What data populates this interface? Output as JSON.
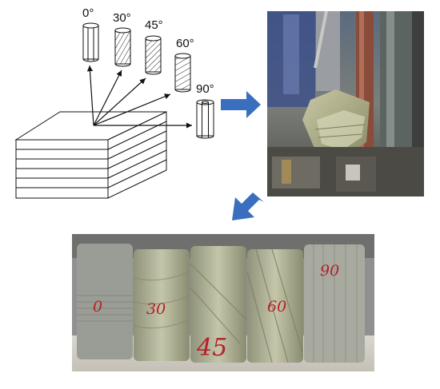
{
  "colors": {
    "line": "#111111",
    "flow_arrow": "#3a6fbf",
    "marker_ink": "#b3202a"
  },
  "icons": [
    "layered-block",
    "core-cylinder",
    "flow-arrow"
  ],
  "sampling": {
    "angles": [
      {
        "id": "deg0",
        "label": "0°",
        "angle": 0
      },
      {
        "id": "deg30",
        "label": "30°",
        "angle": 30
      },
      {
        "id": "deg45",
        "label": "45°",
        "angle": 45
      },
      {
        "id": "deg60",
        "label": "60°",
        "angle": 60
      },
      {
        "id": "deg90",
        "label": "90°",
        "angle": 90
      }
    ]
  },
  "photo_specimens": {
    "labels": [
      "0",
      "30",
      "45",
      "60",
      "90"
    ]
  }
}
